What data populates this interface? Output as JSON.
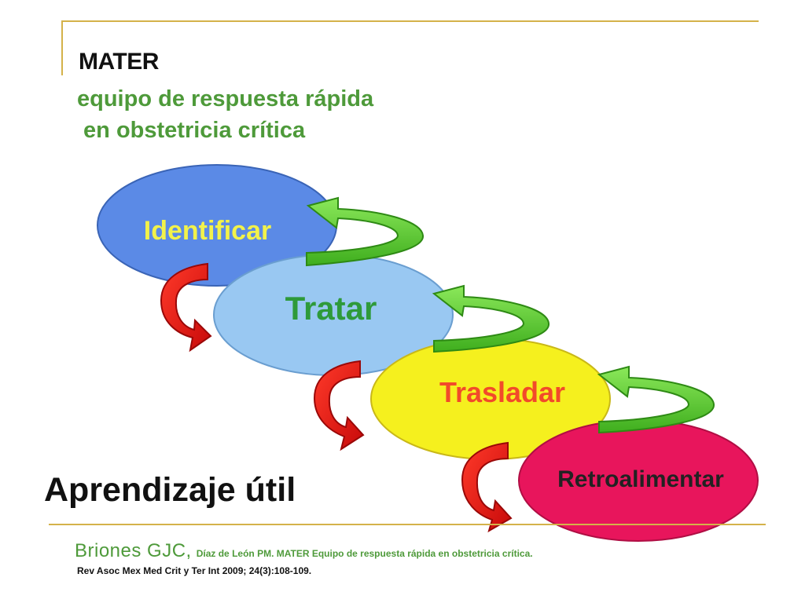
{
  "header": {
    "title": "MATER",
    "subtitle": "equipo de respuesta rápida\n en obstetricia crítica"
  },
  "diagram": {
    "steps": [
      {
        "label": "Identificar",
        "fill": "#5b8ae6",
        "text_color": "#f2f24a"
      },
      {
        "label": "Tratar",
        "fill": "#99c8f2",
        "text_color": "#2e9a3a"
      },
      {
        "label": "Trasladar",
        "fill": "#f5f01e",
        "text_color": "#f24a2a"
      },
      {
        "label": "Retroalimentar",
        "fill": "#e8155c",
        "text_color": "#222222"
      }
    ],
    "forward_arrow_color": "#e01818",
    "feedback_arrow_color": "#5ccf2e"
  },
  "footer": {
    "caption": "Aprendizaje útil"
  },
  "reference": {
    "author": "Briones GJC,",
    "rest": "Díaz de León PM. MATER Equipo de respuesta rápida en obstetricia crítica.",
    "journal": "Rev Asoc Mex Med Crit y Ter Int 2009; 24(3):108-109."
  }
}
